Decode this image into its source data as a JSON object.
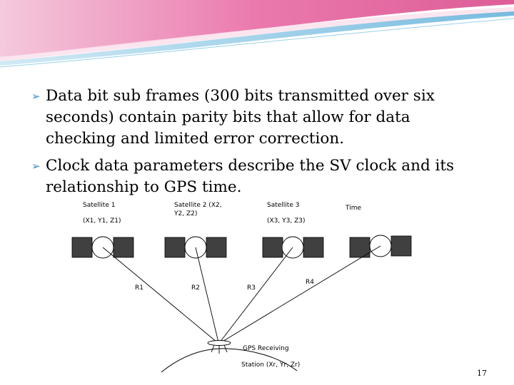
{
  "bullets": [
    {
      "icon": "bullet-arrow-icon",
      "lines": [
        "Data bit sub frames (300 bits transmitted over six",
        "seconds) contain parity bits that allow for data",
        "checking and limited error correction."
      ]
    },
    {
      "icon": "bullet-arrow-icon",
      "lines": [
        "Clock data parameters describe the SV clock and its",
        "relationship to GPS time."
      ]
    }
  ],
  "diagram": {
    "satellite_1": "Satellite 1",
    "satellite_1_coords": "(X1, Y1, Z1)",
    "satellite_2_line1": "Satellite 2 (X2,",
    "satellite_2_line2": "Y2, Z2)",
    "satellite_3": "Satellite 3",
    "satellite_3_coords": "(X3, Y3, Z3)",
    "time": "Time",
    "r1": "R1",
    "r2": "R2",
    "r3": "R3",
    "r4": "R4",
    "station_line1": "GPS Receiving",
    "station_line2": "Station (Xr, Yr, Zr)"
  },
  "page_number": "17",
  "colors": {
    "banner_pink": "#e35a9a",
    "banner_blue": "#6fb8dc",
    "bullet_accent": "#3b8fc6"
  }
}
